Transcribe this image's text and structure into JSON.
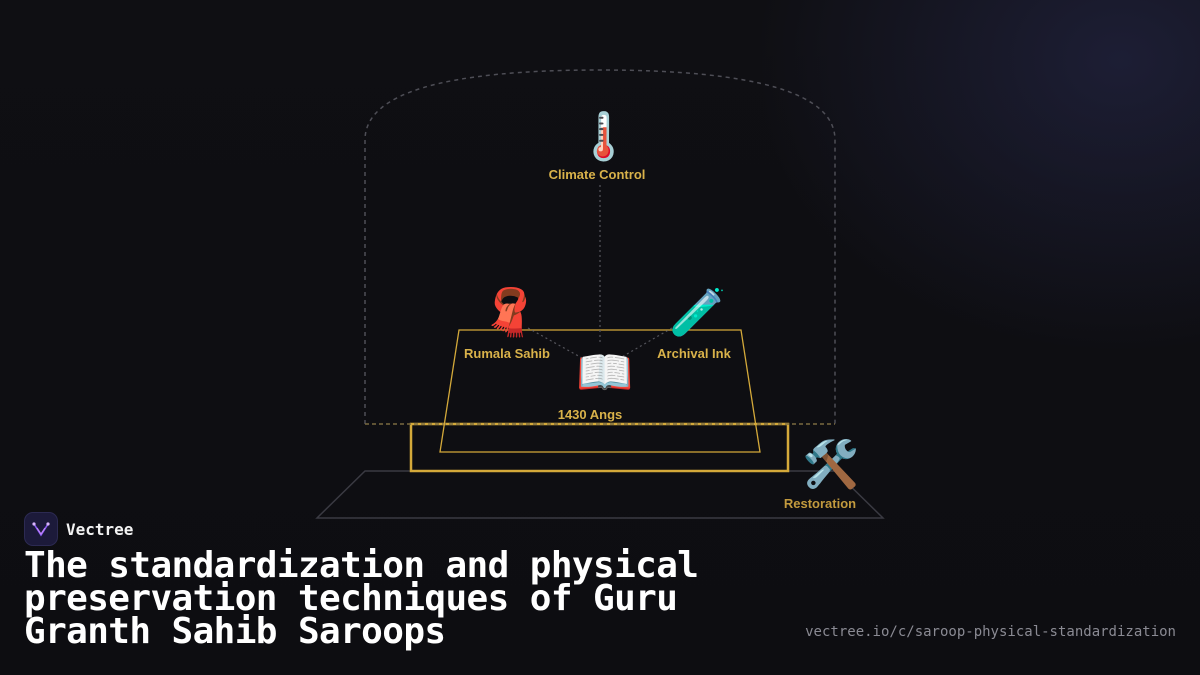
{
  "brand": {
    "name": "Vectree",
    "logo_icon": "vectree-logo-icon",
    "accent": "#8b5cf6"
  },
  "diagram": {
    "nodes": {
      "climate": {
        "label": "Climate Control",
        "icon": "thermometer-icon",
        "glyph": "🌡️"
      },
      "rumala": {
        "label": "Rumala Sahib",
        "icon": "scarf-icon",
        "glyph": "🧣"
      },
      "ink": {
        "label": "Archival Ink",
        "icon": "test-tube-icon",
        "glyph": "🧪"
      },
      "book": {
        "label": "1430 Angs",
        "icon": "open-book-icon",
        "glyph": "📖"
      },
      "restoration": {
        "label": "Restoration",
        "icon": "tools-icon",
        "glyph": "🛠️"
      }
    },
    "colors": {
      "gold": "#d4a93a",
      "label": "#d9b24a",
      "dashed": "#4e4e56",
      "platform": "#3a3a42"
    }
  },
  "title": "The standardization and physical preservation techniques of Guru Granth Sahib Saroops",
  "url": "vectree.io/c/saroop-physical-standardization",
  "background": "#0f0f13"
}
